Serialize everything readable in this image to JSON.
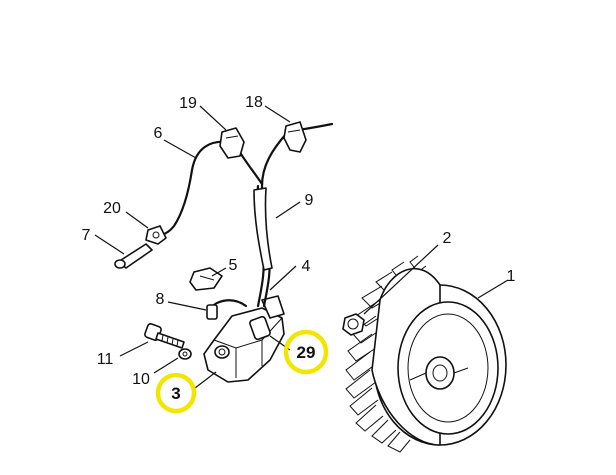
{
  "callouts": [
    {
      "id": "c1",
      "text": "1"
    },
    {
      "id": "c2",
      "text": "2"
    },
    {
      "id": "c3",
      "text": "3",
      "highlighted": true
    },
    {
      "id": "c4",
      "text": "4"
    },
    {
      "id": "c5",
      "text": "5"
    },
    {
      "id": "c6",
      "text": "6"
    },
    {
      "id": "c7",
      "text": "7"
    },
    {
      "id": "c8",
      "text": "8"
    },
    {
      "id": "c9",
      "text": "9"
    },
    {
      "id": "c10",
      "text": "10"
    },
    {
      "id": "c11",
      "text": "11"
    },
    {
      "id": "c18",
      "text": "18"
    },
    {
      "id": "c19",
      "text": "19"
    },
    {
      "id": "c20",
      "text": "20"
    },
    {
      "id": "c29",
      "text": "29",
      "highlighted": true
    }
  ],
  "colors": {
    "line": "#111111",
    "highlight_ring": "#f2e600",
    "background": "#ffffff"
  }
}
